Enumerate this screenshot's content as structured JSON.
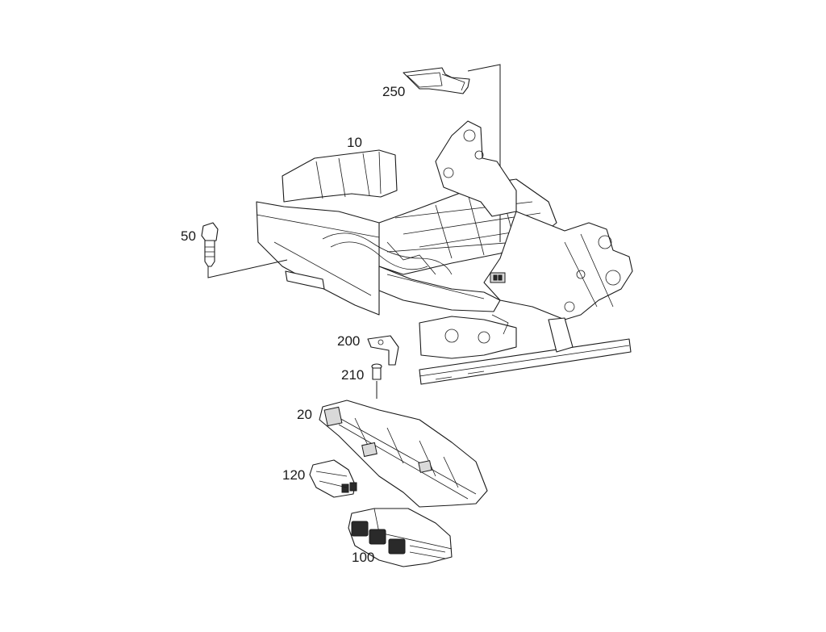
{
  "diagram": {
    "type": "exploded-parts-diagram",
    "parts": [
      {
        "number": "250",
        "icon": "small-bracket-plate"
      },
      {
        "number": "10",
        "icon": "seat-frame"
      },
      {
        "number": "50",
        "icon": "bolt"
      },
      {
        "number": "200",
        "icon": "angle-bracket"
      },
      {
        "number": "210",
        "icon": "pin-screw"
      },
      {
        "number": "20",
        "icon": "wiring-carrier-rail"
      },
      {
        "number": "120",
        "icon": "connector-module"
      },
      {
        "number": "100",
        "icon": "control-unit"
      }
    ],
    "colors": {
      "line": "#1a1a1a",
      "background": "#ffffff"
    }
  }
}
